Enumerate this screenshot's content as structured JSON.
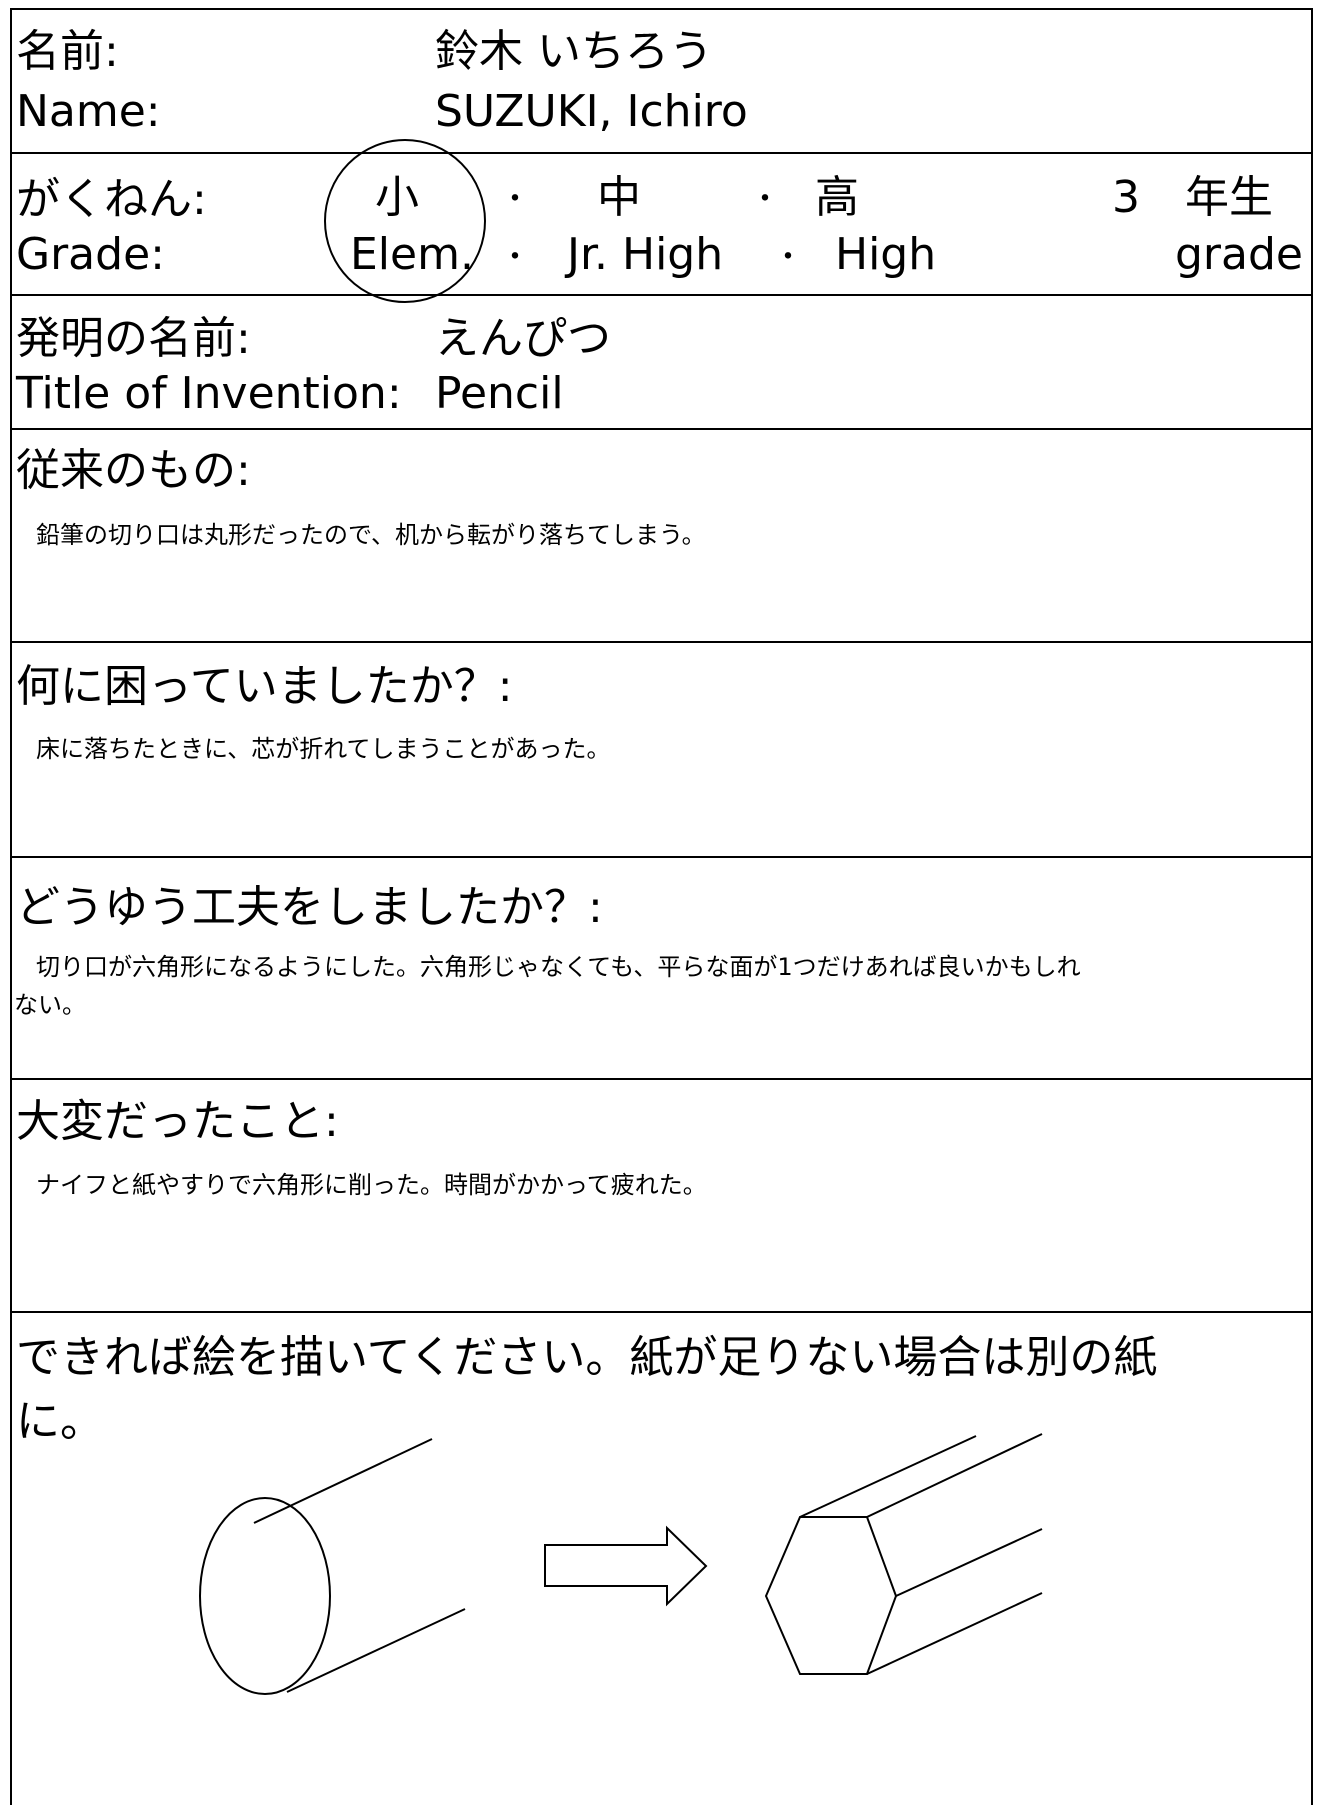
{
  "name": {
    "label_ja": "名前:",
    "label_en": "Name:",
    "value_ja": "鈴木 いちろう",
    "value_en": "SUZUKI, Ichiro"
  },
  "grade": {
    "label_ja": "がくねん:",
    "label_en": "Grade:",
    "opt_elem_ja": "小",
    "opt_elem_en": "Elem.",
    "opt_jr_ja": "中",
    "opt_jr_en": "Jr. High",
    "opt_high_ja": "高",
    "opt_high_en": "High",
    "separator": "・",
    "year_number": "3",
    "year_ja": "年生",
    "year_en": "grade",
    "selected": "Elem."
  },
  "invention": {
    "label_ja": "発明の名前:",
    "label_en": "Title of Invention:",
    "value_ja": "えんぴつ",
    "value_en": "Pencil"
  },
  "existing": {
    "label": "従来のもの:",
    "text": "鉛筆の切り口は丸形だったので、机から転がり落ちてしまう。"
  },
  "problem": {
    "label": "何に困っていましたか？:",
    "text": "床に落ちたときに、芯が折れてしまうことがあった。"
  },
  "idea": {
    "label": "どうゆう工夫をしましたか？:",
    "text_line1": "切り口が六角形になるようにした。六角形じゃなくても、平らな面が1つだけあれば良いかもしれ",
    "text_line2": "ない。"
  },
  "difficulty": {
    "label": "大変だったこと:",
    "text": "ナイフと紙やすりで六角形に削った。時間がかかって疲れた。"
  },
  "drawing": {
    "prompt_line1": "できれば絵を描いてください。紙が足りない場合は別の紙",
    "prompt_line2": "に。"
  }
}
